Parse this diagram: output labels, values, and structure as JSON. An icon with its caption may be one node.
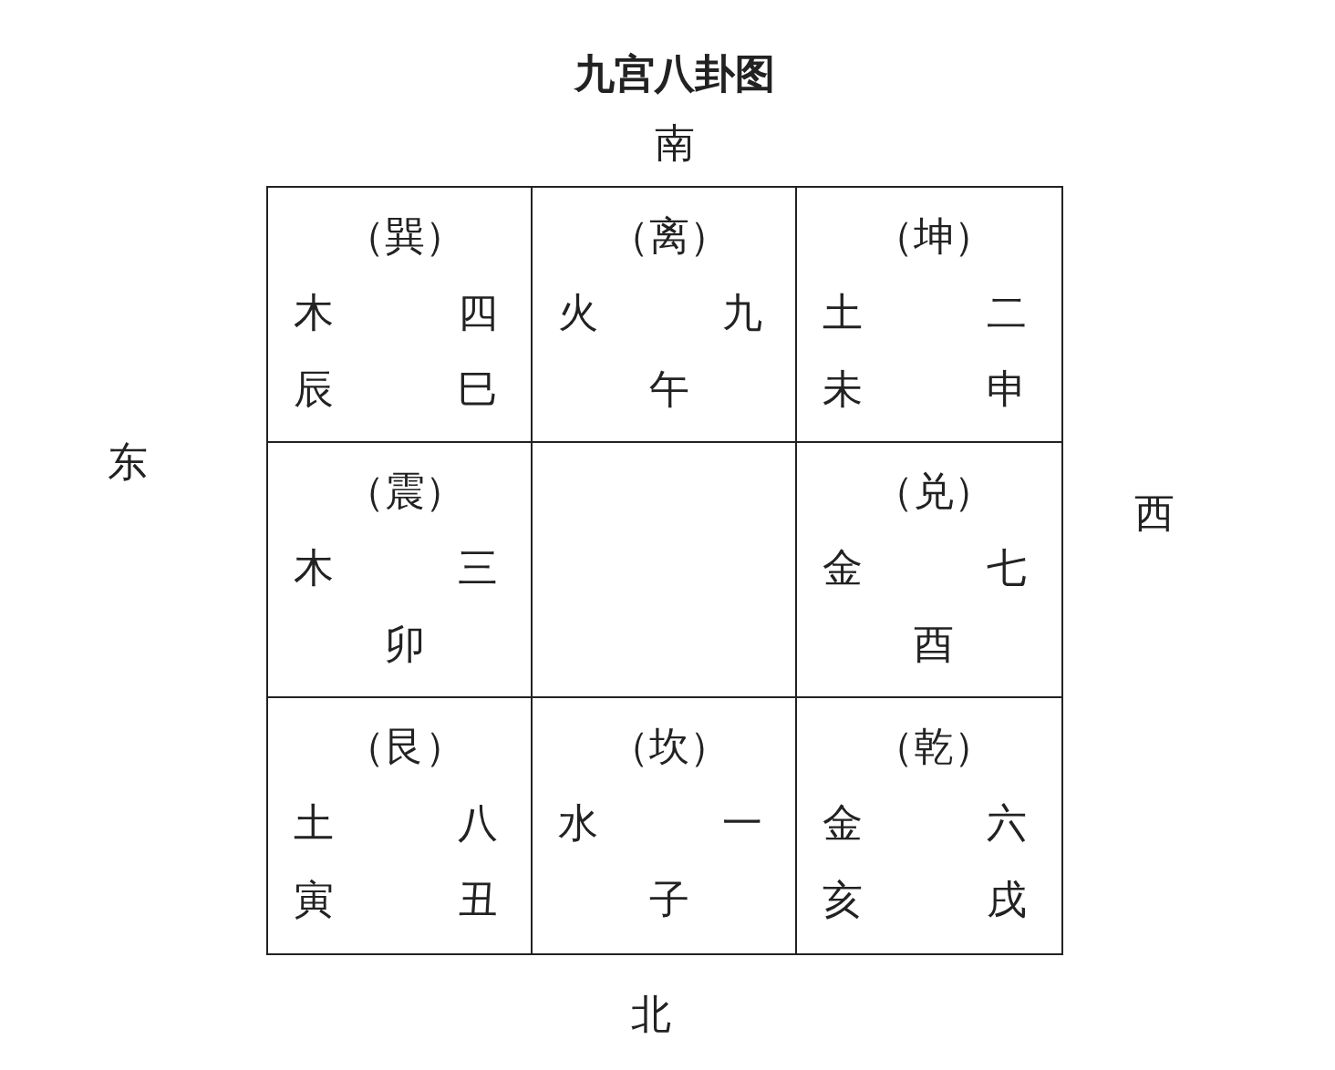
{
  "diagram": {
    "title": "九宫八卦图",
    "nodes": [
      {
        "text": [
          "（巽）",
          "木",
          "四",
          "辰",
          "巳"
        ]
      },
      {
        "text": [
          "（离）",
          "火",
          "九",
          "午"
        ]
      },
      {
        "text": [
          "（坤）",
          "土",
          "二",
          "未",
          "申"
        ]
      },
      {
        "text": [
          "（震）",
          "木",
          "三",
          "卯"
        ]
      },
      {
        "text": [],
        "shape": "box"
      },
      {
        "text": [
          "（兑）",
          "金",
          "七",
          "酉"
        ]
      },
      {
        "text": [
          "（艮）",
          "土",
          "八",
          "寅",
          "丑"
        ]
      },
      {
        "text": [
          "（坎）",
          "水",
          "一",
          "子"
        ]
      },
      {
        "text": [
          "（乾）",
          "金",
          "六",
          "亥",
          "戌"
        ]
      }
    ],
    "labels": [
      "南",
      "东",
      "西",
      "北"
    ]
  }
}
